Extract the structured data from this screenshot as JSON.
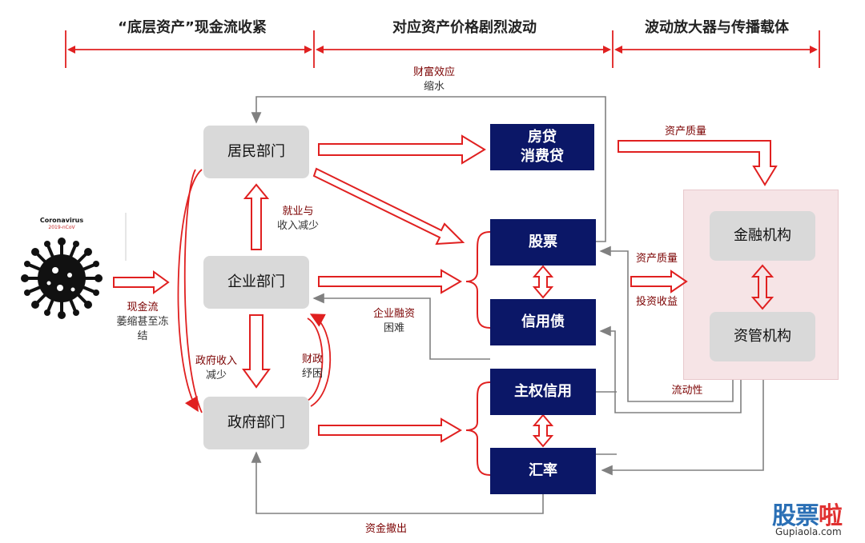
{
  "headers": {
    "stage1": "“底层资产”现金流收紧",
    "stage2": "对应资产价格剧烈波动",
    "stage3": "波动放大器与传播载体"
  },
  "virus": {
    "title": "Coronavirus",
    "subtitle": "2019-nCoV",
    "caption_line1": "现金流",
    "caption_line2": "萎缩甚至冻",
    "caption_line3": "结"
  },
  "nodes": {
    "household": "居民部门",
    "enterprise": "企业部门",
    "government": "政府部门",
    "mortgage_line1": "房贷",
    "mortgage_line2": "消费贷",
    "stocks": "股票",
    "credit_bonds": "信用债",
    "sovereign_credit": "主权信用",
    "exchange_rate": "汇率",
    "financial_institutions": "金融机构",
    "asset_management": "资管机构"
  },
  "labels": {
    "wealth_effect_line1": "财富效应",
    "wealth_effect_line2": "缩水",
    "employment_line1": "就业与",
    "employment_line2": "收入减少",
    "gov_revenue_line1": "政府收入",
    "gov_revenue_line2": "减少",
    "fiscal_line1": "财政",
    "fiscal_line2": "纾困",
    "corp_financing_line1": "企业融资",
    "corp_financing_line2": "困难",
    "asset_quality_top": "资产质量",
    "asset_quality_mid": "资产质量",
    "investment_return": "投资收益",
    "liquidity": "流动性",
    "capital_outflow": "资金撤出"
  },
  "watermark": {
    "brand_a": "股票",
    "brand_b": "啦",
    "url": "Gupiaola.com"
  },
  "colors": {
    "accent_red": "#e02020",
    "navy": "#0b1767",
    "gray_box": "#d9d9d9",
    "pink_panel": "#f6e4e6",
    "connector_gray": "#808080"
  }
}
